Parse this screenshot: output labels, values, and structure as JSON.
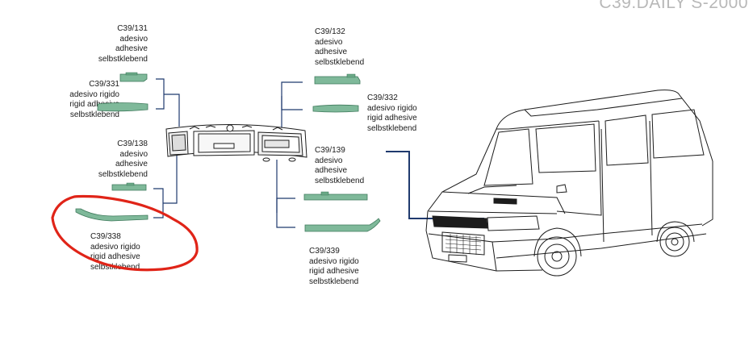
{
  "header": {
    "code": "C39.DAILY S-2000"
  },
  "parts": [
    {
      "code": "C39/131",
      "lines": [
        "adesivo",
        "adhesive",
        "selbstklebend"
      ]
    },
    {
      "code": "C39/331",
      "lines": [
        "adesivo rigido",
        "rigid adhesive",
        "selbstklebend"
      ]
    },
    {
      "code": "C39/138",
      "lines": [
        "adesivo",
        "adhesive",
        "selbstklebend"
      ]
    },
    {
      "code": "C39/338",
      "lines": [
        "adesivo rigido",
        "rigid adhesive",
        "selbstklebend"
      ]
    },
    {
      "code": "C39/132",
      "lines": [
        "adesivo",
        "adhesive",
        "selbstklebend"
      ]
    },
    {
      "code": "C39/332",
      "lines": [
        "adesivo rigido",
        "rigid adhesive",
        "selbstklebend"
      ]
    },
    {
      "code": "C39/139",
      "lines": [
        "adesivo",
        "adhesive",
        "selbstklebend"
      ]
    },
    {
      "code": "C39/339",
      "lines": [
        "adesivo rigido",
        "rigid adhesive",
        "selbstklebend"
      ]
    }
  ],
  "colors": {
    "strip": "#7fb99a",
    "strip_edge": "#3f7a5c",
    "leader": "#1f3a6e",
    "highlight": "#e02418",
    "outline": "#1c1c1c"
  }
}
